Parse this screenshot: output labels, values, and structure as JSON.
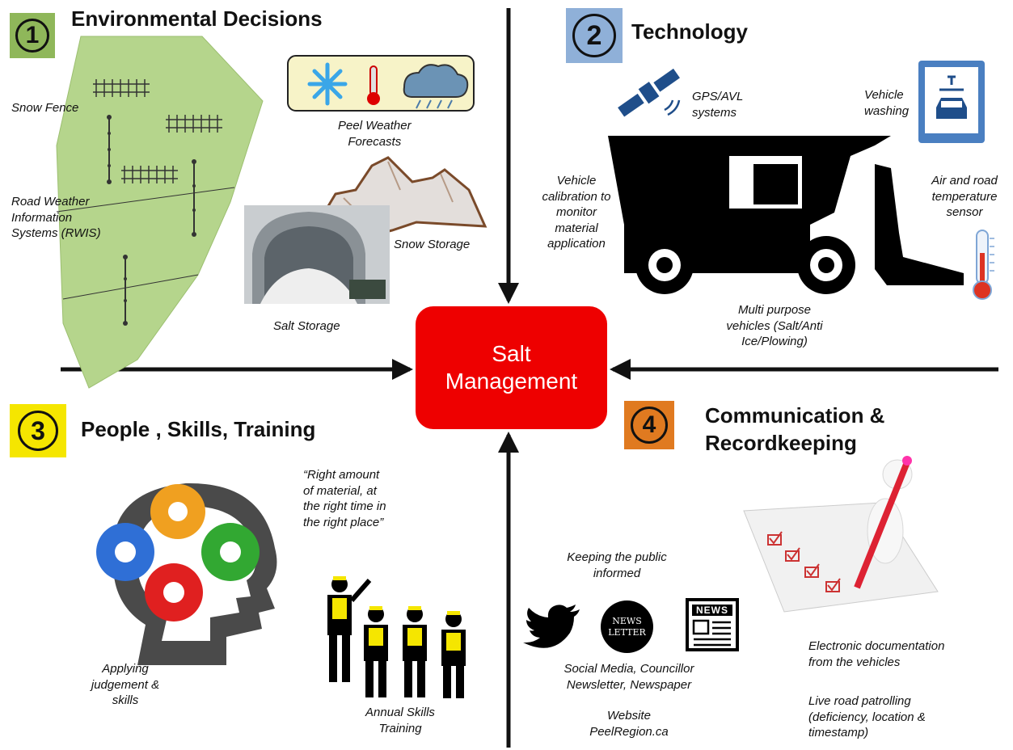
{
  "center": {
    "line1": "Salt",
    "line2": "Management"
  },
  "sections": {
    "environmental": {
      "number": "1",
      "title": "Environmental Decisions",
      "color": "#8fb75a",
      "labels": {
        "snow_fence": "Snow Fence",
        "rwis_1": "Road Weather",
        "rwis_2": "Information",
        "rwis_3": "Systems (RWIS)",
        "forecast_1": "Peel Weather",
        "forecast_2": "Forecasts",
        "snow_storage": "Snow Storage",
        "salt_storage": "Salt Storage"
      }
    },
    "technology": {
      "number": "2",
      "title": "Technology",
      "color": "#8fb0d8",
      "labels": {
        "gps_1": "GPS/AVL",
        "gps_2": "systems",
        "washing_1": "Vehicle",
        "washing_2": "washing",
        "calib_1": "Vehicle",
        "calib_2": "calibration to",
        "calib_3": "monitor",
        "calib_4": "material",
        "calib_5": "application",
        "sensor_1": "Air and road",
        "sensor_2": "temperature",
        "sensor_3": "sensor",
        "multi_1": "Multi purpose",
        "multi_2": "vehicles (Salt/Anti",
        "multi_3": "Ice/Plowing)"
      }
    },
    "people": {
      "number": "3",
      "title": "People , Skills, Training",
      "color": "#f5e600",
      "labels": {
        "quote_1": "“Right amount",
        "quote_2": "of material, at",
        "quote_3": "the right time in",
        "quote_4": "the right place”",
        "judge_1": "Applying",
        "judge_2": "judgement &",
        "judge_3": "skills",
        "annual_1": "Annual  Skills",
        "annual_2": "Training"
      }
    },
    "communication": {
      "number": "4",
      "title_1": "Communication  &",
      "title_2": "Recordkeeping",
      "color": "#e07a20",
      "labels": {
        "public_1": "Keeping the public",
        "public_2": "informed",
        "newsletter_icon_1": "NEWS",
        "newsletter_icon_2": "LETTER",
        "news_icon": "NEWS",
        "social_1": "Social Media, Councillor",
        "social_2": "Newsletter, Newspaper",
        "website_1": "Website",
        "website_2": "PeelRegion.ca",
        "edoc_1": "Electronic documentation",
        "edoc_2": "from the vehicles",
        "patrol_1": "Live road patrolling",
        "patrol_2": "(deficiency, location &",
        "patrol_3": "timestamp)"
      }
    }
  }
}
